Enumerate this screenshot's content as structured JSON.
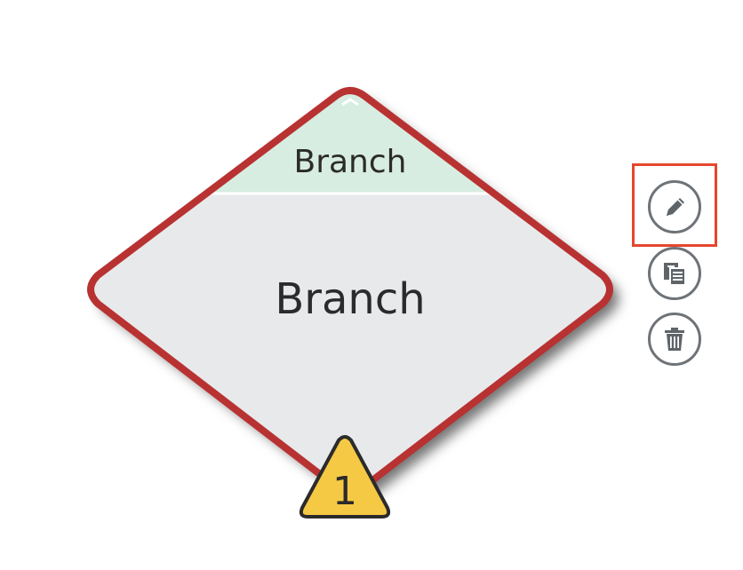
{
  "node": {
    "header_label": "Branch",
    "body_label": "Branch",
    "border_color": "#b83232",
    "header_fill": "#d8ede1",
    "body_fill": "#e8e9eb"
  },
  "warning": {
    "count": "1",
    "fill": "#f6c945"
  },
  "actions": {
    "edit_icon": "pencil-icon",
    "copy_icon": "copy-icon",
    "delete_icon": "trash-icon",
    "highlight_color": "#e5462e"
  }
}
